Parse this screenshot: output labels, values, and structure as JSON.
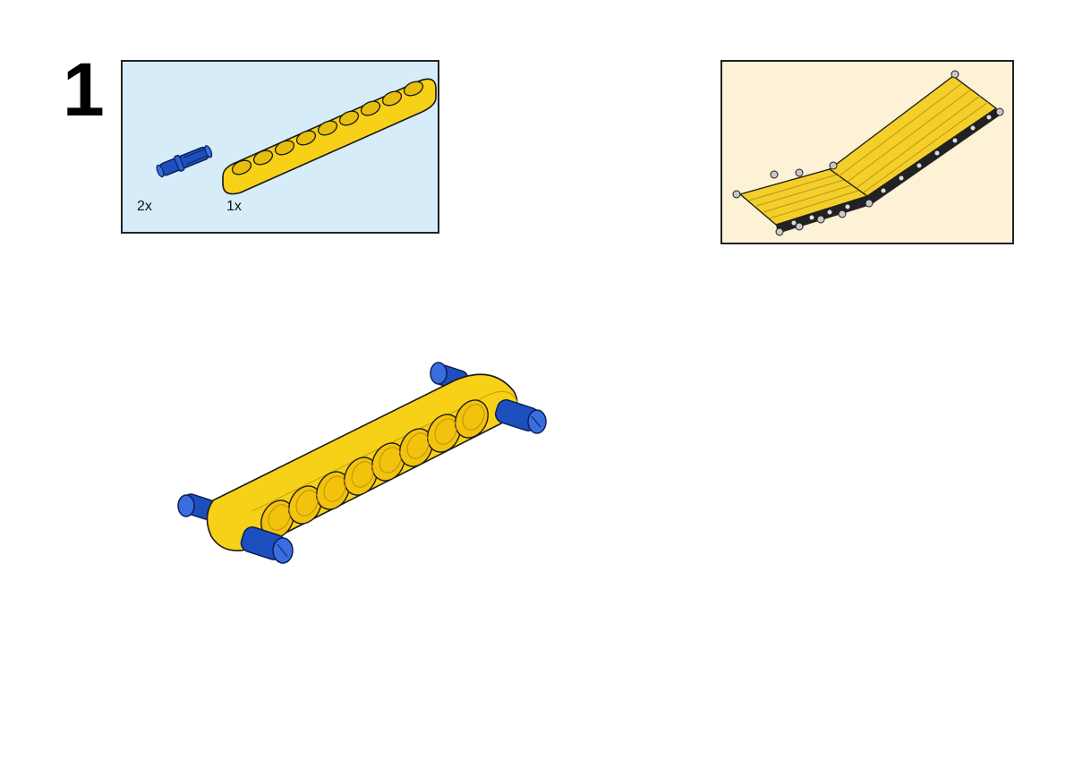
{
  "step": {
    "number": "1"
  },
  "parts_list": {
    "items": [
      {
        "part": "blue-connector-pin",
        "quantity": "2x"
      },
      {
        "part": "yellow-liftarm-9",
        "quantity": "1x"
      }
    ]
  },
  "preview": {
    "image": "finished-conveyor-ramp"
  },
  "assembly": {
    "image": "liftarm-with-four-pins"
  },
  "colors": {
    "parts_bg": "#d6ecf9",
    "preview_bg": "#fdf1d6",
    "beam_yellow": "#f7d117",
    "pin_blue": "#1d4fbf"
  }
}
